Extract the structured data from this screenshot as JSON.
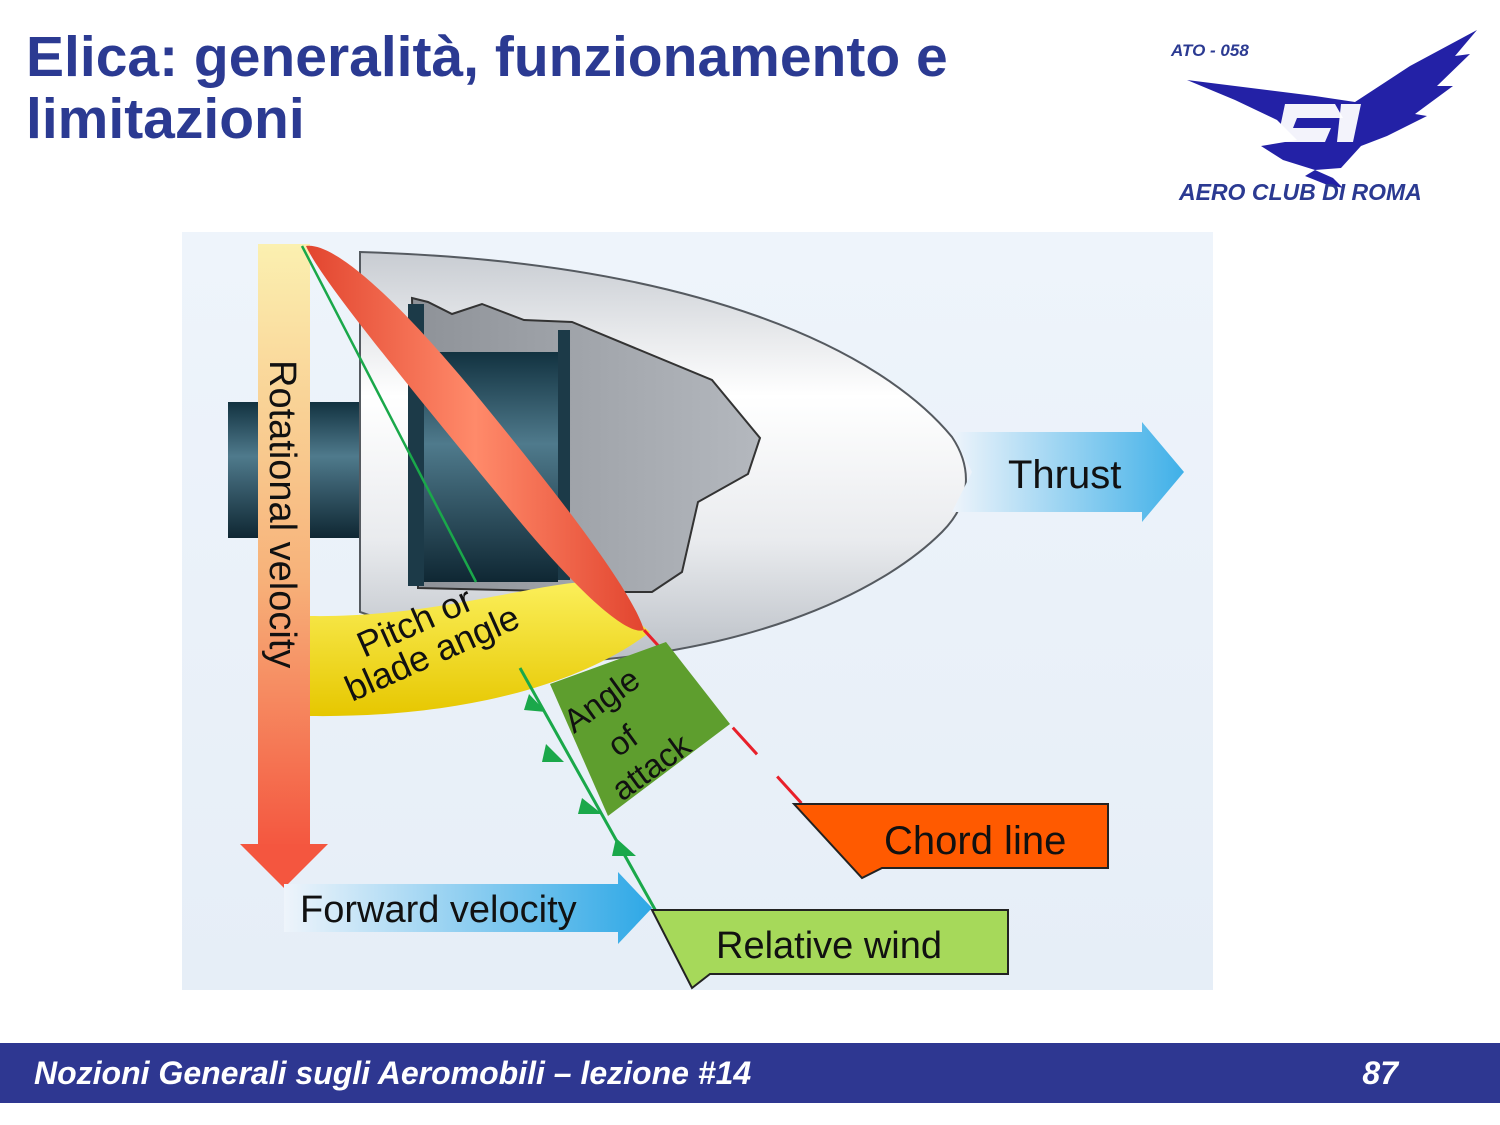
{
  "slide": {
    "title": "Elica: generalità, funzionamento e limitazioni",
    "footer_text": "Nozioni Generali sugli Aeromobili – lezione #14",
    "page_number": "87"
  },
  "logo": {
    "code": "ATO - 058",
    "name": "AERO CLUB DI ROMA",
    "monogram": "eagle-ar-monogram"
  },
  "diagram": {
    "labels": {
      "rotational_velocity": "Rotational velocity",
      "thrust": "Thrust",
      "pitch_line1": "Pitch or",
      "pitch_line2": "blade angle",
      "aoa_line1": "Angle",
      "aoa_line2": "of",
      "aoa_line3": "attack",
      "chord_line": "Chord line",
      "forward_velocity": "Forward velocity",
      "relative_wind": "Relative wind"
    },
    "colors": {
      "blade": "#f4614a",
      "pitch_band": "#f2e000",
      "aoa_band": "#5e9e2e",
      "chord_box": "#ff5a00",
      "relative_wind_box": "#a6d95a",
      "thrust_arrow": "#3fb0e8",
      "relative_wind_line": "#1aa84a",
      "chord_dash": "#e8202a"
    }
  }
}
